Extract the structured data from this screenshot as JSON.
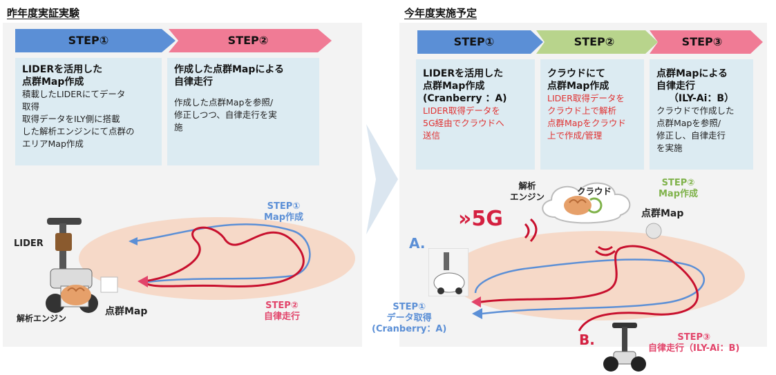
{
  "left": {
    "title": "昨年度実証実験",
    "steps": [
      {
        "label": "STEP①"
      },
      {
        "label": "STEP②"
      }
    ],
    "boxes": [
      {
        "title_lines": [
          "LIDERを活用した",
          "点群Map作成"
        ],
        "body_lines": [
          "積載したLIDERにてデータ",
          "取得",
          "取得データをILY側に搭載",
          "した解析エンジンにて点群の",
          "エリアMap作成"
        ]
      },
      {
        "title_lines": [
          "作成した点群Mapによる",
          "自律走行"
        ],
        "body_lines": [
          "作成した点群Mapを参照/",
          "修正しつつ、自律走行を実",
          "施"
        ]
      }
    ],
    "labels": {
      "lider": "LIDER",
      "engine": "解析エンジン",
      "pointmap": "点群Map",
      "step1": [
        "STEP①",
        "Map作成"
      ],
      "step2": [
        "STEP②",
        "自律走行"
      ]
    }
  },
  "right": {
    "title": "今年度実施予定",
    "steps": [
      {
        "label": "STEP①"
      },
      {
        "label": "STEP②"
      },
      {
        "label": "STEP③"
      }
    ],
    "boxes": [
      {
        "title_lines": [
          "LIDERを活用した",
          "点群Map作成",
          "(Cranberry ：A)"
        ],
        "red_lines": [
          "LIDER取得データを",
          "5G経由でクラウドへ",
          "送信"
        ]
      },
      {
        "title_lines": [
          "クラウドにて",
          "点群Map作成"
        ],
        "red_lines": [
          "LIDER取得データを",
          "クラウド上で解析",
          "点群Mapをクラウド",
          "上で作成/管理"
        ]
      },
      {
        "title_lines": [
          "点群Mapによる",
          "自律走行",
          "（ILY-Ai：B）"
        ],
        "body_lines": [
          "クラウドで作成した",
          "点群Mapを参照/",
          "修正し、自律走行",
          "を実施"
        ]
      }
    ],
    "labels": {
      "engine": [
        "解析",
        "エンジン"
      ],
      "cloud": "クラウド",
      "pointmap": "点群Map",
      "fiveg": "5G",
      "a": "A.",
      "b": "B.",
      "step1": [
        "STEP①",
        "データ取得",
        "(Cranberry：A)"
      ],
      "step2": [
        "STEP②",
        "Map作成"
      ],
      "step3": [
        "STEP③",
        "自律走行（ILY-Ai：B)"
      ]
    }
  },
  "colors": {
    "blue": "#5b8fd6",
    "pink": "#e2446a",
    "green": "#9cc46a",
    "box": "#dcebf2",
    "track": "#c8102e"
  }
}
